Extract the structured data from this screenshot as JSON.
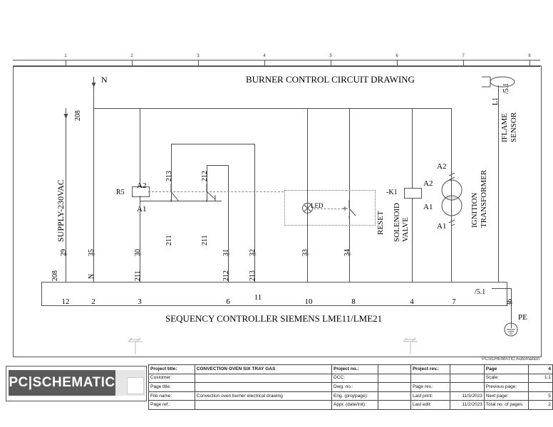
{
  "drawing": {
    "title": "BURNER CONTROL CIRCUIT DRAWING",
    "bottom_title": "SEQUENCY CONTROLLER SIEMENS LME11/LME21",
    "ruler_marks": [
      "1",
      "2",
      "3",
      "4",
      "5",
      "6",
      "7",
      "8"
    ]
  },
  "labels": {
    "n_top": "N",
    "supply": "SUPPLY-230VAC",
    "wire_208_top": "208",
    "wire_208_bottom": "208",
    "node_29": "29",
    "node_35": "35",
    "node_N": "N",
    "node_30": "30",
    "wire_211_a": "211",
    "wire_211_b": "211",
    "wire_211_c": "211",
    "wire_211_d": "211",
    "wire_212_a": "212",
    "wire_212_b": "212",
    "wire_213_a": "213",
    "wire_213_b": "213",
    "node_31": "31",
    "node_32": "32",
    "node_33": "33",
    "node_34": "34",
    "node_36": "36",
    "relay_r5": "R5",
    "r5_a2": "A2",
    "r5_a1": "A1",
    "k1_tag": "-K1",
    "k1_a2": "A2",
    "k1_a1": "A1",
    "trafo_a2": "A2",
    "trafo_a1": "A1",
    "reset": "RESET",
    "solenoid_valve": "SOLENOID\nVALVE",
    "solenoid_l1": "SOLENOID",
    "solenoid_l2": "VALVE",
    "ignition_l1": "IGNITION",
    "ignition_l2": "TRANSFORMER",
    "flame_l1": "IFLAME",
    "flame_l2": "SENSOR",
    "l1": "L1",
    "ref_51_top": "/5.1",
    "ref_51_strip": "/5.1",
    "pe": "PE",
    "led": "LED"
  },
  "terminals": [
    "12",
    "2",
    "3",
    "6",
    "11",
    "10",
    "8",
    "4",
    "7"
  ],
  "title_block": {
    "project_title_label": "Project title:",
    "project_title_value": "CONVECTION OVEN SIX TRAY GAS",
    "customer_label": "Customer:",
    "customer_value": "",
    "page_title_label": "Page title:",
    "page_title_value": "",
    "file_name_label": "File name:",
    "file_name_value": "Convection oven burner  electrical drawing",
    "page_ref_label": "Page ref.:",
    "page_ref_value": "",
    "project_no_label": "Project no.:",
    "project_no_value": "",
    "dcc_label": "DCC:",
    "dcc_value": "",
    "dwg_no_label": "Dwg. no.:",
    "dwg_no_value": "",
    "eng_label": "Eng. (proj/page):",
    "eng_value": "",
    "appr_label": "Appr. (date/init):",
    "appr_value": "",
    "project_rev_label": "Project rev.:",
    "project_rev_value": "",
    "page_rev_label": "Page rev.:",
    "page_rev_value": "",
    "last_print_label": "Last print:",
    "last_print_value": "11/3/2023",
    "last_edit_label": "Last edit:",
    "last_edit_value": "11/2/2023",
    "page_label": "Page",
    "page_value": "4",
    "scale_label": "Scale:",
    "scale_value": "1:1",
    "previous_page_label": "Previous page:",
    "previous_page_value": "",
    "next_page_label": "Next page:",
    "next_page_value": "5",
    "total_pages_label": "Total no. of pages:",
    "total_pages_value": "2",
    "vendor": "PCSCHEMATIC Automation",
    "logo_text": "PC|SCHEMATIC"
  },
  "colors": {
    "line": "#4d4d4d",
    "frame": "#555555",
    "logo_bg": "#5a5a5a",
    "faint": "#9a9a9a"
  }
}
